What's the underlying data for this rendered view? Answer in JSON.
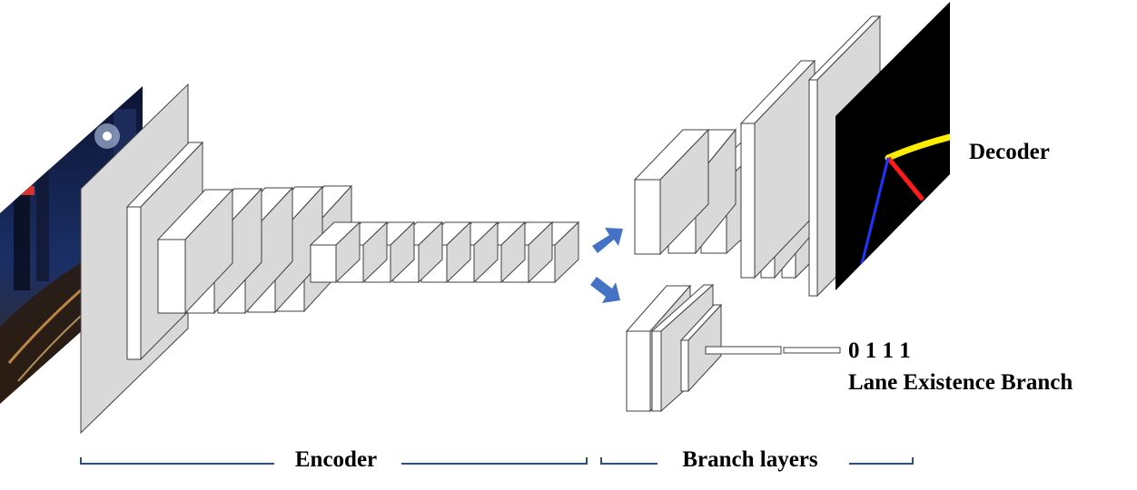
{
  "labels": {
    "decoder": "Decoder",
    "lane_output": "0 1 1 1",
    "lane_branch": "Lane Existence Branch",
    "encoder": "Encoder",
    "branch_layers": "Branch layers"
  },
  "colors": {
    "block_front": "#ffffff",
    "block_side": "#d9d9d9",
    "block_edge": "#404040",
    "arrow": "#4472c4",
    "bracket": "#2f4f7f",
    "output_background": "#000000",
    "lane_yellow": "#ffee00",
    "lane_red": "#ff1a1a",
    "lane_blue": "#2233ff"
  },
  "icons": {
    "input_image": "night-road-photo",
    "output_image": "lane-segmentation-map",
    "arrow": "blue-arrow-icon"
  }
}
